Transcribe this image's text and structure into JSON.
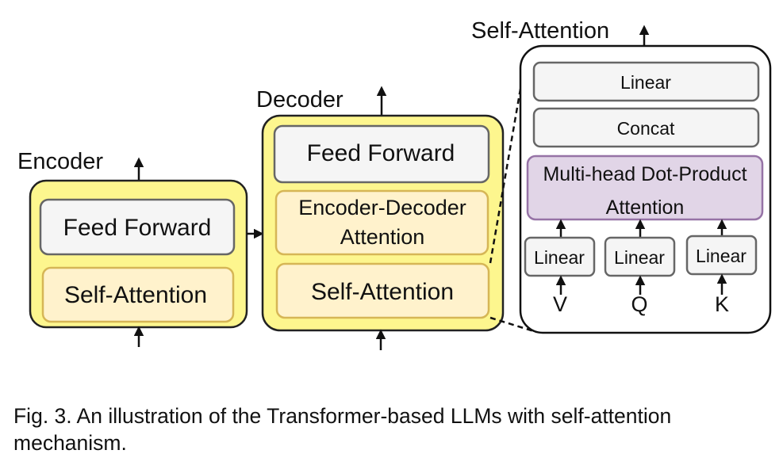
{
  "encoder": {
    "title": "Encoder",
    "feed_forward": "Feed Forward",
    "self_attention": "Self-Attention"
  },
  "decoder": {
    "title": "Decoder",
    "feed_forward": "Feed Forward",
    "enc_dec_attention_line1": "Encoder-Decoder",
    "enc_dec_attention_line2": "Attention",
    "self_attention": "Self-Attention"
  },
  "self_attention_detail": {
    "title": "Self-Attention",
    "linear_top": "Linear",
    "concat": "Concat",
    "multihead_line1": "Multi-head Dot-Product",
    "multihead_line2": "Attention",
    "linear_v": "Linear",
    "linear_q": "Linear",
    "linear_k": "Linear",
    "input_v": "V",
    "input_q": "Q",
    "input_k": "K"
  },
  "colors": {
    "block_fill": "#fdf68e",
    "block_stroke": "#222222",
    "attention_fill": "#fff2cc",
    "attention_stroke": "#d6b656",
    "ff_fill": "#f5f5f5",
    "ff_stroke": "#666666",
    "multihead_fill": "#e1d5e7",
    "multihead_stroke": "#9673a6"
  },
  "caption": "Fig. 3. An illustration of the Transformer-based LLMs with self-attention mechanism."
}
